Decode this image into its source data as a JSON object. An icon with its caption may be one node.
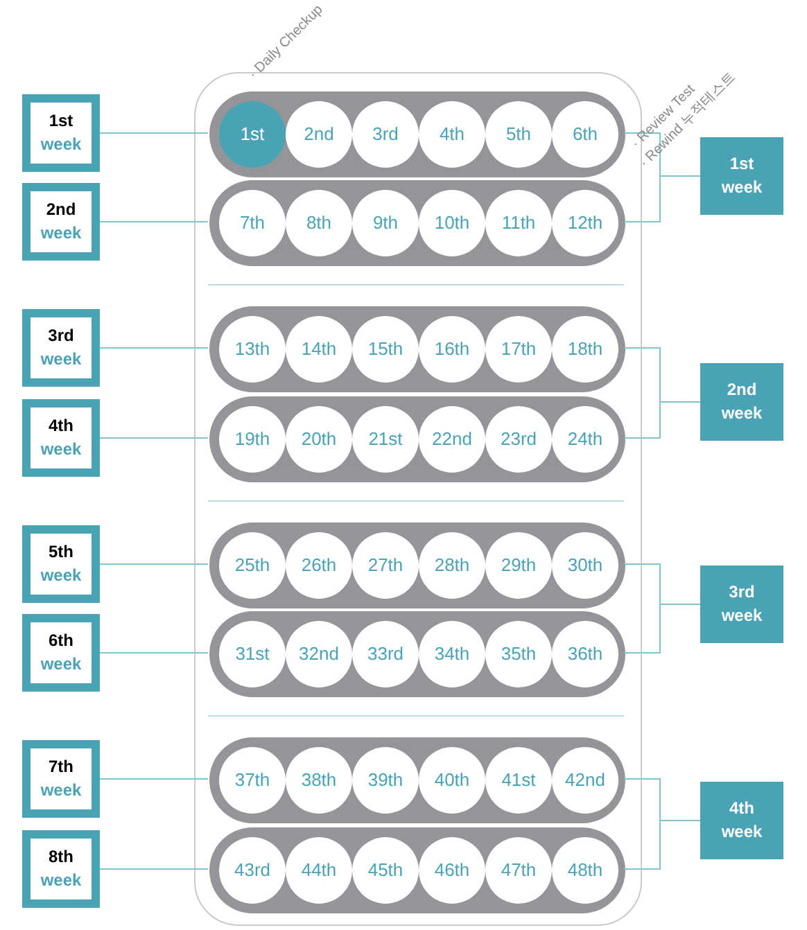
{
  "diagram": {
    "nodes": [
      {
        "text": [
          "1st",
          "week"
        ]
      },
      {
        "text": [
          "2nd",
          "week"
        ]
      },
      {
        "text": [
          "3rd",
          "week"
        ]
      },
      {
        "text": [
          "4th",
          "week"
        ]
      },
      {
        "text": [
          "5th",
          "week"
        ]
      },
      {
        "text": [
          "6th",
          "week"
        ]
      },
      {
        "text": [
          "7th",
          "week"
        ]
      },
      {
        "text": [
          "8th",
          "week"
        ]
      },
      {
        "text": [],
        "shape": "box"
      },
      {
        "text": [],
        "shape": "bar",
        "in": 8
      },
      {
        "text": [
          "1st"
        ],
        "in": 9
      },
      {
        "text": [
          "2nd"
        ],
        "in": 9
      },
      {
        "text": [
          "3rd"
        ],
        "in": 9
      },
      {
        "text": [
          "4th"
        ],
        "in": 9
      },
      {
        "text": [
          "5th"
        ],
        "in": 9
      },
      {
        "text": [
          "6th"
        ],
        "in": 9
      },
      {
        "text": [],
        "shape": "bar",
        "in": 8
      },
      {
        "text": [
          "7th"
        ],
        "in": 16
      },
      {
        "text": [
          "8th"
        ],
        "in": 16
      },
      {
        "text": [
          "9th"
        ],
        "in": 16
      },
      {
        "text": [
          "10th"
        ],
        "in": 16
      },
      {
        "text": [
          "11th"
        ],
        "in": 16
      },
      {
        "text": [
          "12th"
        ],
        "in": 16
      },
      {
        "text": [],
        "shape": "bar",
        "in": 8
      },
      {
        "text": [
          "13th"
        ],
        "in": 23
      },
      {
        "text": [
          "14th"
        ],
        "in": 23
      },
      {
        "text": [
          "15th"
        ],
        "in": 23
      },
      {
        "text": [
          "16th"
        ],
        "in": 23
      },
      {
        "text": [
          "17th"
        ],
        "in": 23
      },
      {
        "text": [
          "18th"
        ],
        "in": 23
      },
      {
        "text": [],
        "shape": "bar",
        "in": 8
      },
      {
        "text": [
          "19th"
        ],
        "in": 30
      },
      {
        "text": [
          "20th"
        ],
        "in": 30
      },
      {
        "text": [
          "21st"
        ],
        "in": 30
      },
      {
        "text": [
          "22nd"
        ],
        "in": 30
      },
      {
        "text": [
          "23rd"
        ],
        "in": 30
      },
      {
        "text": [
          "24th"
        ],
        "in": 30
      },
      {
        "text": [],
        "shape": "bar",
        "in": 8
      },
      {
        "text": [
          "25th"
        ],
        "in": 37
      },
      {
        "text": [
          "26th"
        ],
        "in": 37
      },
      {
        "text": [
          "27th"
        ],
        "in": 37
      },
      {
        "text": [
          "28th"
        ],
        "in": 37
      },
      {
        "text": [
          "29th"
        ],
        "in": 37
      },
      {
        "text": [
          "30th"
        ],
        "in": 37
      },
      {
        "text": [],
        "shape": "bar",
        "in": 8
      },
      {
        "text": [
          "31st"
        ],
        "in": 44
      },
      {
        "text": [
          "32nd"
        ],
        "in": 44
      },
      {
        "text": [
          "33rd"
        ],
        "in": 44
      },
      {
        "text": [
          "34th"
        ],
        "in": 44
      },
      {
        "text": [
          "35th"
        ],
        "in": 44
      },
      {
        "text": [
          "36th"
        ],
        "in": 44
      },
      {
        "text": [],
        "shape": "bar",
        "in": 8
      },
      {
        "text": [
          "37th"
        ],
        "in": 51
      },
      {
        "text": [
          "38th"
        ],
        "in": 51
      },
      {
        "text": [
          "39th"
        ],
        "in": 51
      },
      {
        "text": [
          "40th"
        ],
        "in": 51
      },
      {
        "text": [
          "41st"
        ],
        "in": 51
      },
      {
        "text": [
          "42nd"
        ],
        "in": 51
      },
      {
        "text": [],
        "shape": "bar",
        "in": 8
      },
      {
        "text": [
          "43rd"
        ],
        "in": 58
      },
      {
        "text": [
          "44th"
        ],
        "in": 58
      },
      {
        "text": [
          "45th"
        ],
        "in": 58
      },
      {
        "text": [
          "46th"
        ],
        "in": 58
      },
      {
        "text": [
          "47th"
        ],
        "in": 58
      },
      {
        "text": [
          "48th"
        ],
        "in": 58
      },
      {
        "text": [
          "1st",
          "week"
        ]
      },
      {
        "text": [
          "2nd",
          "week"
        ]
      },
      {
        "text": [
          "3rd",
          "week"
        ]
      },
      {
        "text": [
          "4th",
          "week"
        ]
      }
    ],
    "edges": [
      {
        "from": 0,
        "to": 9,
        "arrow": "none"
      },
      {
        "from": 1,
        "to": 16,
        "arrow": "none"
      },
      {
        "from": 2,
        "to": 23,
        "arrow": "none"
      },
      {
        "from": 3,
        "to": 30,
        "arrow": "none"
      },
      {
        "from": 4,
        "to": 37,
        "arrow": "none"
      },
      {
        "from": 5,
        "to": 44,
        "arrow": "none"
      },
      {
        "from": 6,
        "to": 51,
        "arrow": "none"
      },
      {
        "from": 7,
        "to": 58,
        "arrow": "none"
      },
      {
        "from": 9,
        "to": 65,
        "arrow": "none"
      },
      {
        "from": 16,
        "to": 65,
        "arrow": "none"
      },
      {
        "from": 23,
        "to": 66,
        "arrow": "none"
      },
      {
        "from": 30,
        "to": 66,
        "arrow": "none"
      },
      {
        "from": 37,
        "to": 67,
        "arrow": "none"
      },
      {
        "from": 44,
        "to": 67,
        "arrow": "none"
      },
      {
        "from": 51,
        "to": 68,
        "arrow": "none"
      },
      {
        "from": 58,
        "to": 68,
        "arrow": "none"
      }
    ],
    "labels": [
      "· Daily Checkup",
      "· Review Test",
      "· Rewind 누적테스트"
    ]
  }
}
